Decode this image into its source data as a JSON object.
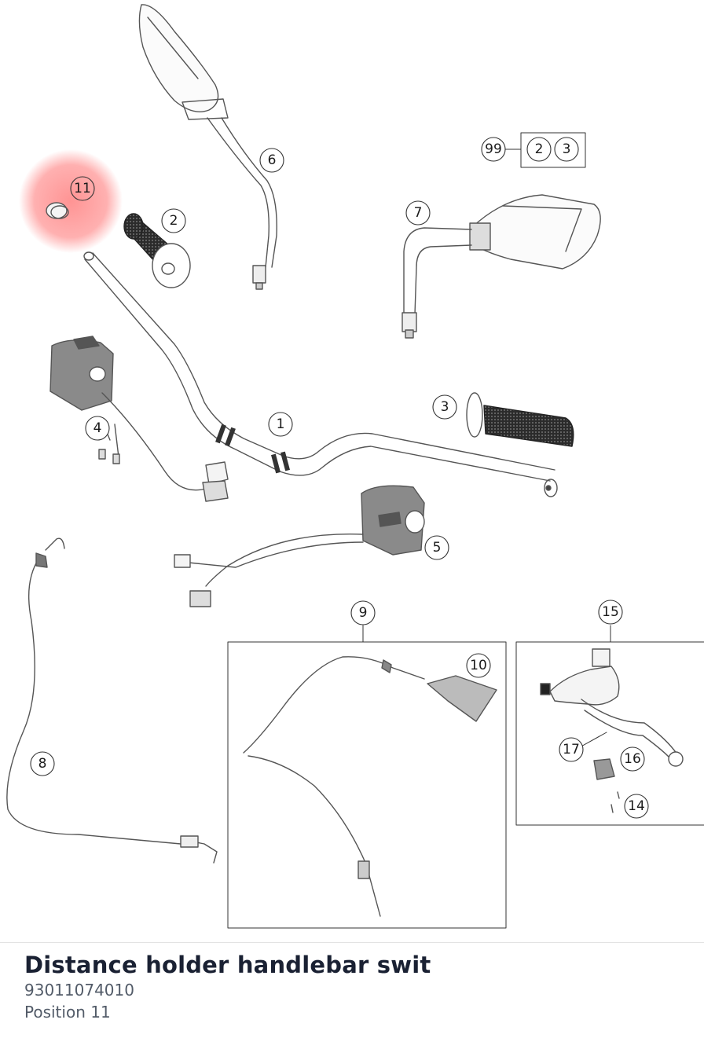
{
  "diagram": {
    "callouts": [
      {
        "label": "1",
        "name": "callout-1"
      },
      {
        "label": "2",
        "name": "callout-2"
      },
      {
        "label": "3",
        "name": "callout-3"
      },
      {
        "label": "4",
        "name": "callout-4"
      },
      {
        "label": "5",
        "name": "callout-5"
      },
      {
        "label": "6",
        "name": "callout-6"
      },
      {
        "label": "7",
        "name": "callout-7"
      },
      {
        "label": "8",
        "name": "callout-8"
      },
      {
        "label": "9",
        "name": "callout-9"
      },
      {
        "label": "10",
        "name": "callout-10"
      },
      {
        "label": "11",
        "name": "callout-11"
      },
      {
        "label": "14",
        "name": "callout-14"
      },
      {
        "label": "15",
        "name": "callout-15"
      },
      {
        "label": "16",
        "name": "callout-16"
      },
      {
        "label": "17",
        "name": "callout-17"
      }
    ],
    "kit": {
      "label": "99",
      "contents": [
        "2",
        "3"
      ]
    },
    "highlight_color": "#ff6b6b"
  },
  "part": {
    "title": "Distance holder handlebar swit",
    "number": "93011074010",
    "position": "Position 11"
  }
}
